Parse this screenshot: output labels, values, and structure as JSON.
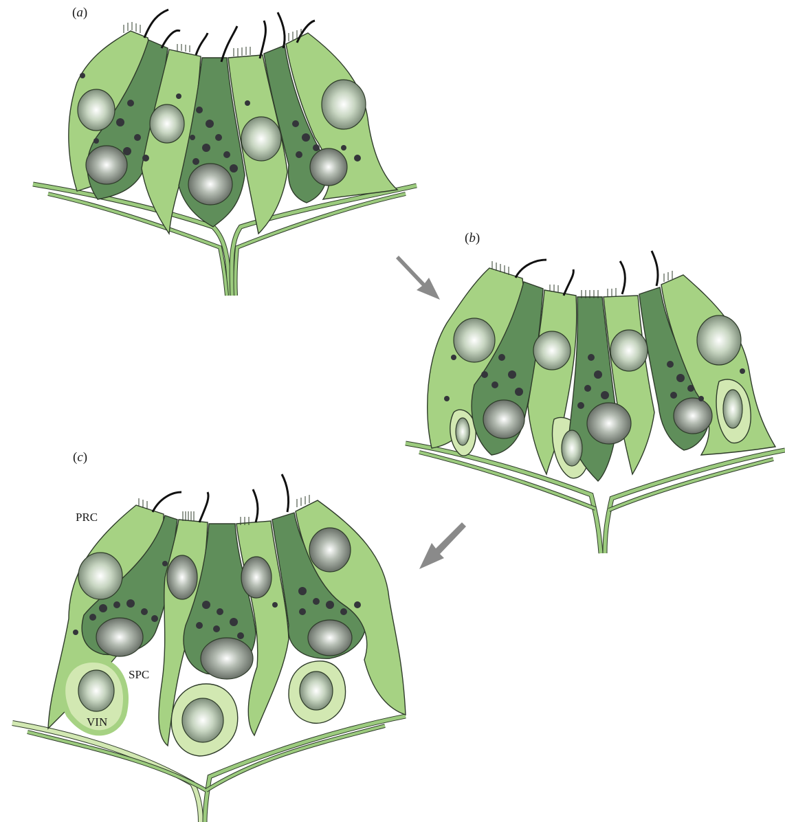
{
  "panels": [
    {
      "id": "a",
      "label": "a"
    },
    {
      "id": "b",
      "label": "b"
    },
    {
      "id": "c",
      "label": "c"
    }
  ],
  "labels": {
    "prc": "PRC",
    "spc": "SPC",
    "vin": "VIN"
  },
  "colors": {
    "light_cell": "#a6d283",
    "dark_cell": "#5f8e5a",
    "pale_cell": "#d2e8b2",
    "nerve": "#9ccb7e",
    "outline": "#2e3b2a",
    "nucleus": "#c6d9bd",
    "granule": "#34353a",
    "cilium": "#111111",
    "arrow": "#8a8a8a"
  }
}
